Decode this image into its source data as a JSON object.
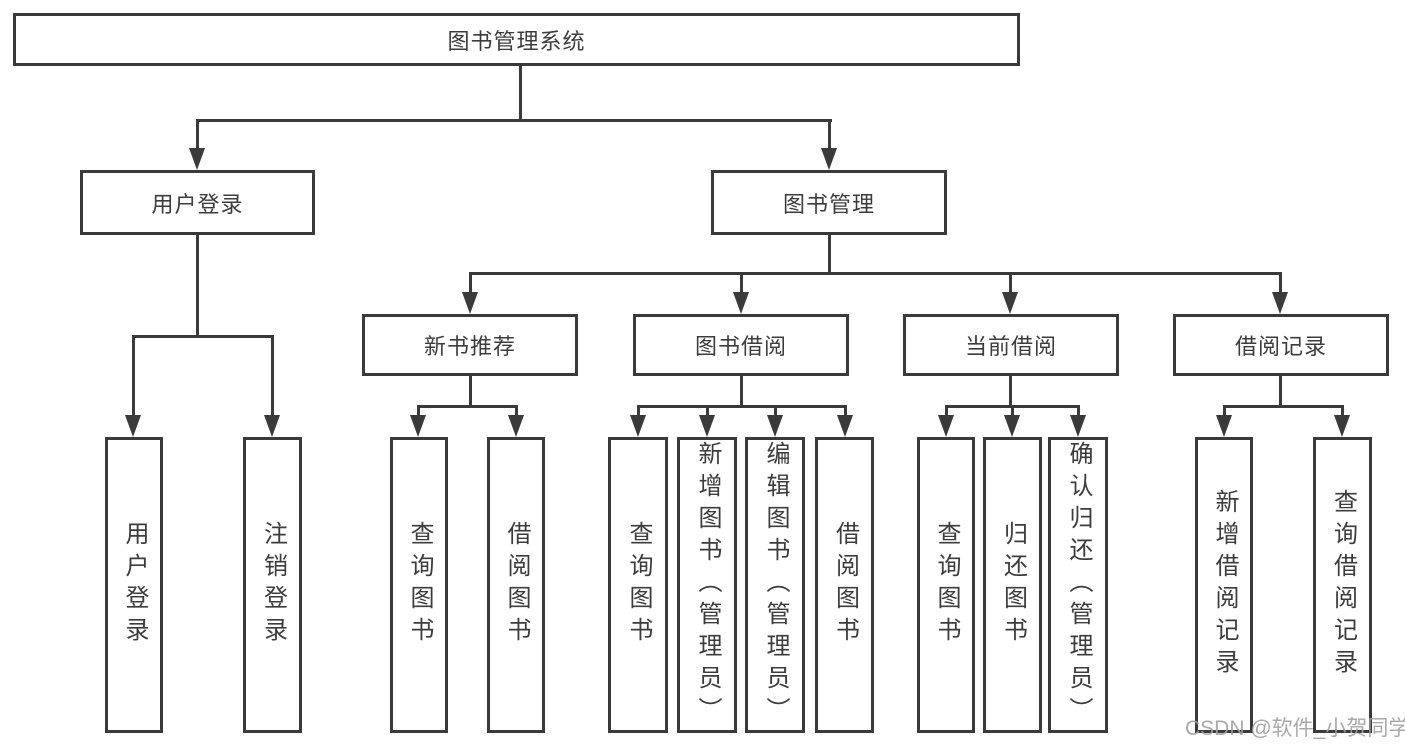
{
  "colors": {
    "line": "#3a3a3a",
    "text": "#3c3c3c",
    "watermark": "#a0a0a0",
    "background": "#ffffff"
  },
  "watermark": "CSDN @软件_小贺同学",
  "tree": {
    "label": "图书管理系统",
    "children": [
      {
        "label": "用户登录",
        "children": [
          {
            "label": "用户登录"
          },
          {
            "label": "注销登录"
          }
        ]
      },
      {
        "label": "图书管理",
        "children": [
          {
            "label": "新书推荐",
            "children": [
              {
                "label": "查询图书"
              },
              {
                "label": "借阅图书"
              }
            ]
          },
          {
            "label": "图书借阅",
            "children": [
              {
                "label": "查询图书"
              },
              {
                "label": "新增图书（管理员）"
              },
              {
                "label": "编辑图书（管理员）"
              },
              {
                "label": "借阅图书"
              }
            ]
          },
          {
            "label": "当前借阅",
            "children": [
              {
                "label": "查询图书"
              },
              {
                "label": "归还图书"
              },
              {
                "label": "确认归还（管理员）"
              }
            ]
          },
          {
            "label": "借阅记录",
            "children": [
              {
                "label": "新增借阅记录"
              },
              {
                "label": "查询借阅记录"
              }
            ]
          }
        ]
      }
    ]
  }
}
